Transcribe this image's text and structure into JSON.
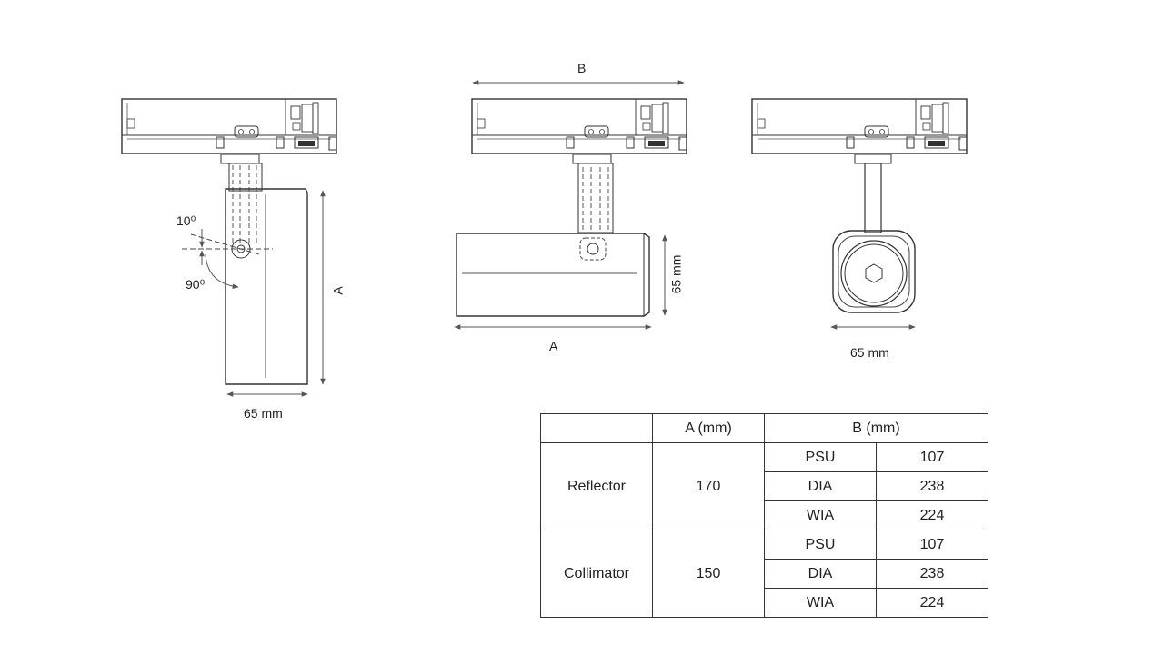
{
  "views": {
    "side": {
      "angle_top": "10⁰",
      "angle_bottom": "90⁰",
      "height_label": "A",
      "width_label": "65 mm"
    },
    "front": {
      "length_label": "B",
      "height_label": "65 mm",
      "width_label": "A"
    },
    "end": {
      "width_label": "65 mm"
    }
  },
  "table": {
    "headers": [
      "",
      "A (mm)",
      "B (mm)"
    ],
    "groups": [
      {
        "name": "Reflector",
        "a": "170",
        "rows": [
          {
            "type": "PSU",
            "b": "107"
          },
          {
            "type": "DIA",
            "b": "238"
          },
          {
            "type": "WIA",
            "b": "224"
          }
        ]
      },
      {
        "name": "Collimator",
        "a": "150",
        "rows": [
          {
            "type": "PSU",
            "b": "107"
          },
          {
            "type": "DIA",
            "b": "238"
          },
          {
            "type": "WIA",
            "b": "224"
          }
        ]
      }
    ]
  }
}
